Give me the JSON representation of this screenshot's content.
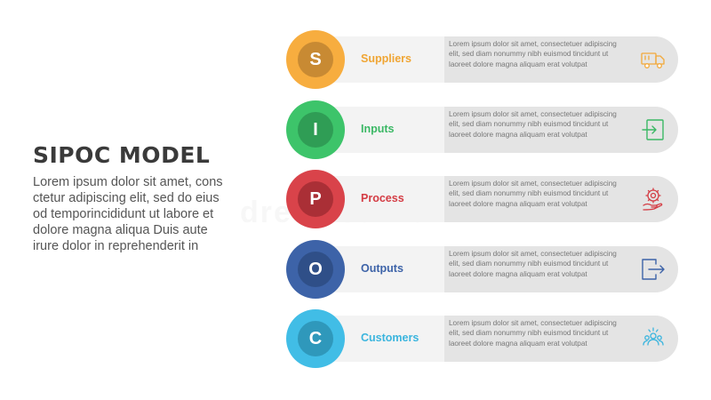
{
  "title": "SIPOC MODEL",
  "description": "Lorem ipsum dolor sit amet, consctetur adipiscing elit, sed do eiusod temporincididunt ut labore etdolore magna aliqua Duis auteirure dolor in reprehenderit in",
  "description_lines": [
    "Lorem ipsum dolor sit amet, cons",
    "ctetur adipiscing elit, sed do eius",
    "od temporincididunt ut labore et",
    "dolore magna aliqua Duis aute",
    "irure dolor in reprehenderit in"
  ],
  "watermark": "dreamstime",
  "steps": [
    {
      "letter": "S",
      "label": "Suppliers",
      "outer_color": "#f7ad3f",
      "inner_color": "#c88a33",
      "label_color": "#f0a533",
      "icon": "truck-icon",
      "lines": [
        "Lorem ipsum dolor sit amet, consectetuer adipiscing",
        "elit, sed diam nonummy nibh euismod tincidunt ut",
        "laoreet dolore magna aliquam erat volutpat"
      ]
    },
    {
      "letter": "I",
      "label": "Inputs",
      "outer_color": "#3dc46a",
      "inner_color": "#2f9d55",
      "label_color": "#3bb865",
      "icon": "sign-in-icon",
      "lines": [
        "Lorem ipsum dolor sit amet, consectetuer adipiscing",
        "elit, sed diam nonummy nibh euismod tincidunt ut",
        "laoreet dolore magna aliquam erat volutpat"
      ]
    },
    {
      "letter": "P",
      "label": "Process",
      "outer_color": "#d9434a",
      "inner_color": "#aa2f36",
      "label_color": "#d43c44",
      "icon": "gear-hand-icon",
      "lines": [
        "Lorem ipsum dolor sit amet, consectetuer adipiscing",
        "elit, sed diam nonummy nibh euismod tincidunt ut",
        "laoreet dolore magna aliquam erat volutpat"
      ]
    },
    {
      "letter": "O",
      "label": "Outputs",
      "outer_color": "#3d63a8",
      "inner_color": "#2f4f88",
      "label_color": "#3d63a8",
      "icon": "sign-out-icon",
      "lines": [
        "Lorem ipsum dolor sit amet, consectetuer adipiscing",
        "elit, sed diam nonummy nibh euismod tincidunt ut",
        "laoreet dolore magna aliquam erat volutpat"
      ]
    },
    {
      "letter": "C",
      "label": "Customers",
      "outer_color": "#41bde6",
      "inner_color": "#2f98bb",
      "label_color": "#3bb5de",
      "icon": "people-icon",
      "lines": [
        "Lorem ipsum dolor sit amet, consectetuer adipiscing",
        "elit, sed diam nonummy nibh euismod tincidunt ut",
        "laoreet dolore magna aliquam erat volutpat"
      ]
    }
  ]
}
